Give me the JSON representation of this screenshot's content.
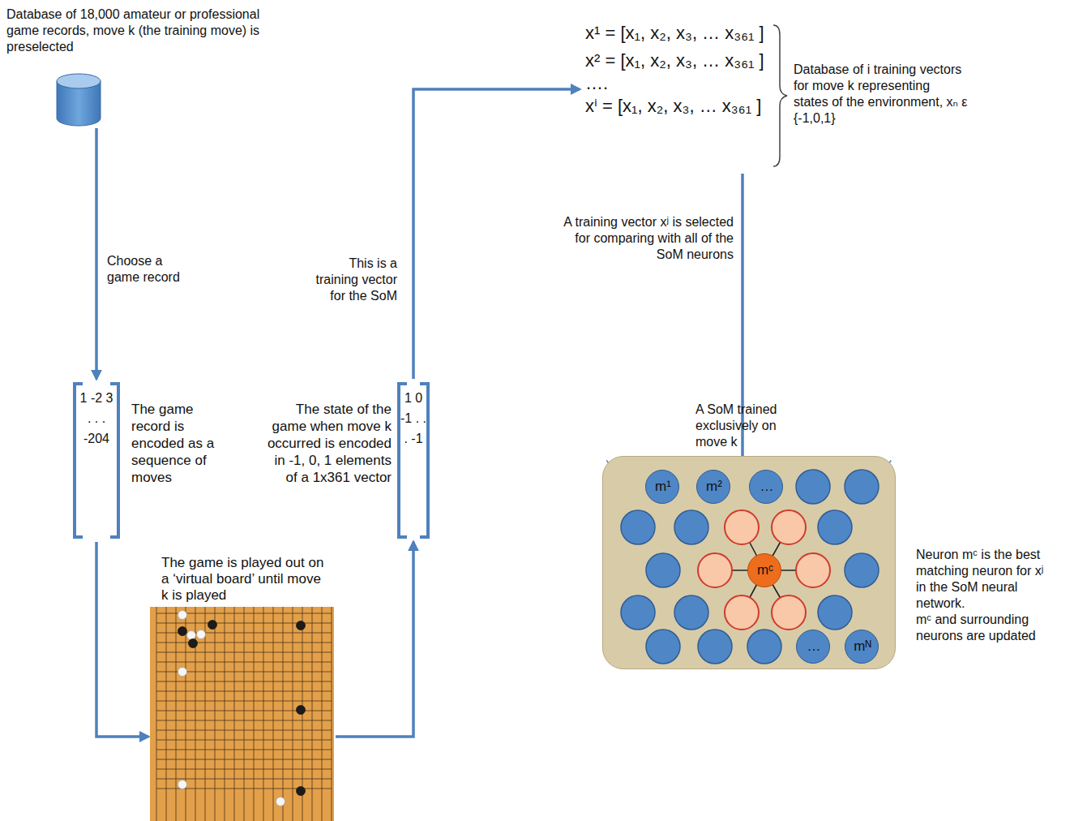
{
  "diagram": {
    "nodes": [
      {
        "text": [
          "Database of 18,000 amateur or professional game records, move k (the training move) is preselected"
        ]
      },
      {
        "text": [
          "1 -2 3 . . . -204",
          "The game record is encoded as a sequence of moves"
        ]
      },
      {
        "text": [
          "The game is played out on a ‘virtual board’ until move k is played"
        ]
      },
      {
        "text": [
          "The state of the game when move k occurred is encoded in -1, 0, 1 elements of a 1x361 vector",
          "1 0 -1 . . . -1"
        ]
      },
      {
        "text": [
          "x¹ = [x₁, x₂, x₃, … x₃₆₁ ]",
          "x² = [x₁, x₂, x₃, … x₃₆₁ ]",
          "….",
          "xⁱ = [x₁, x₂, x₃, … x₃₆₁ ]",
          "Database of i training vectors for move k representing states of the environment, xₙ ε {-1,0,1}"
        ]
      },
      {
        "text": [
          "xʲ"
        ]
      },
      {
        "text": [
          "A SoM trained exclusively on move k"
        ]
      },
      {
        "text": [
          "m¹"
        ],
        "in": 6
      },
      {
        "text": [
          "m²"
        ],
        "in": 6
      },
      {
        "text": [
          "…"
        ],
        "in": 6
      },
      {
        "text": [
          "mᶜ"
        ],
        "in": 6
      },
      {
        "text": [
          "…"
        ],
        "in": 6
      },
      {
        "text": [
          "mᴺ"
        ],
        "in": 6
      }
    ],
    "edges": [
      {
        "from": 0,
        "to": 1,
        "arrow": "to",
        "label": "Choose a game record"
      },
      {
        "from": 1,
        "to": 2,
        "arrow": "to"
      },
      {
        "from": 2,
        "to": 3,
        "arrow": "to"
      },
      {
        "from": 3,
        "to": 4,
        "arrow": "to",
        "label": "This is a training vector for the SoM"
      },
      {
        "from": 4,
        "to": 5,
        "arrow": "to",
        "label": "A training vector xʲ is selected for comparing with all of the SoM neurons"
      },
      {
        "from": 5,
        "to": 6,
        "arrow": "none"
      },
      {
        "from": 5,
        "to": 6,
        "arrow": "none"
      }
    ],
    "labels": [
      "Neuron mᶜ is the best matching neuron for xʲ in the SoM neural network.",
      "mᶜ and surrounding neurons are updated"
    ]
  }
}
